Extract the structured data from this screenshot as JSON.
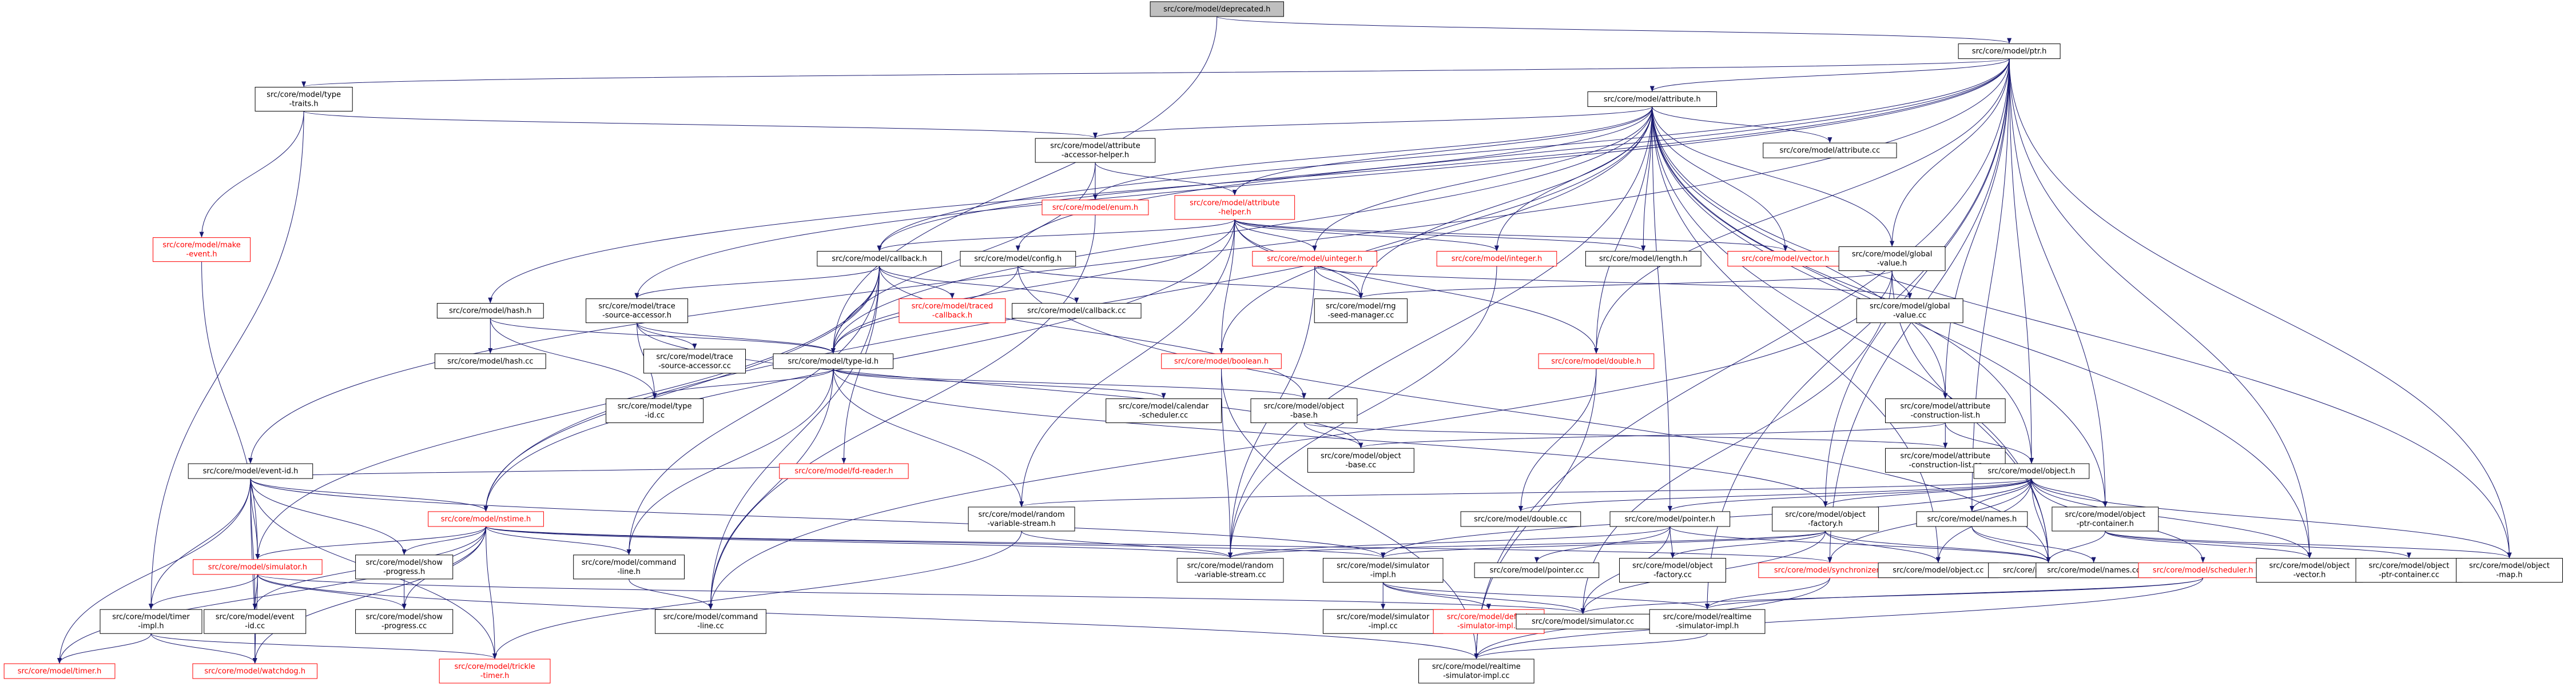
{
  "graph": {
    "root": "src/core/model/deprecated.h",
    "colors": {
      "node_border": "#000000",
      "node_fill": "#ffffff",
      "root_fill": "#bfbfbf",
      "truncated_border": "#ff0000",
      "truncated_text": "#ff0000",
      "normal_text": "#000000",
      "edge": "#191970",
      "background": "#ffffff"
    },
    "nodes": [
      {
        "id": "deprecated",
        "lines": [
          "src/core/model/deprecated.h"
        ],
        "root": true
      },
      {
        "id": "ptr",
        "lines": [
          "src/core/model/ptr.h"
        ]
      },
      {
        "id": "type_traits",
        "lines": [
          "src/core/model/type",
          "-traits.h"
        ]
      },
      {
        "id": "attribute",
        "lines": [
          "src/core/model/attribute.h"
        ]
      },
      {
        "id": "make_event",
        "lines": [
          "src/core/model/make",
          "-event.h"
        ],
        "red": true
      },
      {
        "id": "attr_acc",
        "lines": [
          "src/core/model/attribute",
          "-accessor-helper.h"
        ]
      },
      {
        "id": "attribute_cc",
        "lines": [
          "src/core/model/attribute.cc"
        ]
      },
      {
        "id": "enum",
        "lines": [
          "src/core/model/enum.h"
        ],
        "red": true
      },
      {
        "id": "attr_helper",
        "lines": [
          "src/core/model/attribute",
          "-helper.h"
        ],
        "red": true
      },
      {
        "id": "callback",
        "lines": [
          "src/core/model/callback.h"
        ]
      },
      {
        "id": "config_h",
        "lines": [
          "src/core/model/config.h"
        ]
      },
      {
        "id": "uinteger",
        "lines": [
          "src/core/model/uinteger.h"
        ],
        "red": true
      },
      {
        "id": "integer",
        "lines": [
          "src/core/model/integer.h"
        ],
        "red": true
      },
      {
        "id": "length",
        "lines": [
          "src/core/model/length.h"
        ]
      },
      {
        "id": "vector_h",
        "lines": [
          "src/core/model/vector.h"
        ],
        "red": true
      },
      {
        "id": "global_value",
        "lines": [
          "src/core/model/global",
          "-value.h"
        ]
      },
      {
        "id": "hash_h",
        "lines": [
          "src/core/model/hash.h"
        ]
      },
      {
        "id": "trace_src",
        "lines": [
          "src/core/model/trace",
          "-source-accessor.h"
        ]
      },
      {
        "id": "traced_cb",
        "lines": [
          "src/core/model/traced",
          "-callback.h"
        ],
        "red": true
      },
      {
        "id": "callback_cc",
        "lines": [
          "src/core/model/callback.cc"
        ]
      },
      {
        "id": "rng_seed",
        "lines": [
          "src/core/model/rng",
          "-seed-manager.cc"
        ]
      },
      {
        "id": "global_value_cc",
        "lines": [
          "src/core/model/global",
          "-value.cc"
        ]
      },
      {
        "id": "hash_cc",
        "lines": [
          "src/core/model/hash.cc"
        ]
      },
      {
        "id": "trace_src_cc",
        "lines": [
          "src/core/model/trace",
          "-source-accessor.cc"
        ]
      },
      {
        "id": "type_id",
        "lines": [
          "src/core/model/type-id.h"
        ]
      },
      {
        "id": "boolean",
        "lines": [
          "src/core/model/boolean.h"
        ],
        "red": true
      },
      {
        "id": "double_h",
        "lines": [
          "src/core/model/double.h"
        ],
        "red": true
      },
      {
        "id": "type_id_cc",
        "lines": [
          "src/core/model/type",
          "-id.cc"
        ]
      },
      {
        "id": "cal_sched",
        "lines": [
          "src/core/model/calendar",
          "-scheduler.cc"
        ]
      },
      {
        "id": "obj_base",
        "lines": [
          "src/core/model/object",
          "-base.h"
        ]
      },
      {
        "id": "attr_cons",
        "lines": [
          "src/core/model/attribute",
          "-construction-list.h"
        ]
      },
      {
        "id": "attr_cons_cc",
        "lines": [
          "src/core/model/attribute",
          "-construction-list.cc"
        ]
      },
      {
        "id": "obj_base_cc",
        "lines": [
          "src/core/model/object",
          "-base.cc"
        ]
      },
      {
        "id": "event_id",
        "lines": [
          "src/core/model/event-id.h"
        ]
      },
      {
        "id": "fd_reader",
        "lines": [
          "src/core/model/fd-reader.h"
        ],
        "red": true
      },
      {
        "id": "object_h",
        "lines": [
          "src/core/model/object.h"
        ]
      },
      {
        "id": "nstime",
        "lines": [
          "src/core/model/nstime.h"
        ],
        "red": true
      },
      {
        "id": "rand_stream",
        "lines": [
          "src/core/model/random",
          "-variable-stream.h"
        ]
      },
      {
        "id": "double_cc",
        "lines": [
          "src/core/model/double.cc"
        ]
      },
      {
        "id": "pointer",
        "lines": [
          "src/core/model/pointer.h"
        ]
      },
      {
        "id": "obj_factory",
        "lines": [
          "src/core/model/object",
          "-factory.h"
        ]
      },
      {
        "id": "names_h",
        "lines": [
          "src/core/model/names.h"
        ]
      },
      {
        "id": "obj_ptr_cont",
        "lines": [
          "src/core/model/object",
          "-ptr-container.h"
        ]
      },
      {
        "id": "simulator_h",
        "lines": [
          "src/core/model/simulator.h"
        ],
        "red": true
      },
      {
        "id": "show_prog",
        "lines": [
          "src/core/model/show",
          "-progress.h"
        ]
      },
      {
        "id": "cmd_line",
        "lines": [
          "src/core/model/command",
          "-line.h"
        ]
      },
      {
        "id": "rand_stream_cc",
        "lines": [
          "src/core/model/random",
          "-variable-stream.cc"
        ]
      },
      {
        "id": "sim_impl",
        "lines": [
          "src/core/model/simulator",
          "-impl.h"
        ]
      },
      {
        "id": "pointer_cc",
        "lines": [
          "src/core/model/pointer.cc"
        ]
      },
      {
        "id": "obj_factory_cc",
        "lines": [
          "src/core/model/object",
          "-factory.cc"
        ]
      },
      {
        "id": "sync_h",
        "lines": [
          "src/core/model/synchronizer.h"
        ],
        "red": true
      },
      {
        "id": "object_cc",
        "lines": [
          "src/core/model/object.cc"
        ]
      },
      {
        "id": "config_cc",
        "lines": [
          "src/core/model/config.cc"
        ]
      },
      {
        "id": "names_cc",
        "lines": [
          "src/core/model/names.cc"
        ]
      },
      {
        "id": "scheduler",
        "lines": [
          "src/core/model/scheduler.h"
        ],
        "red": true
      },
      {
        "id": "obj_vector",
        "lines": [
          "src/core/model/object",
          "-vector.h"
        ]
      },
      {
        "id": "obj_ptr_cont_cc",
        "lines": [
          "src/core/model/object",
          "-ptr-container.cc"
        ]
      },
      {
        "id": "obj_map",
        "lines": [
          "src/core/model/object",
          "-map.h"
        ]
      },
      {
        "id": "timer_impl",
        "lines": [
          "src/core/model/timer",
          "-impl.h"
        ]
      },
      {
        "id": "event_id_cc",
        "lines": [
          "src/core/model/event",
          "-id.cc"
        ]
      },
      {
        "id": "show_prog_cc",
        "lines": [
          "src/core/model/show",
          "-progress.cc"
        ]
      },
      {
        "id": "cmd_line_cc",
        "lines": [
          "src/core/model/command",
          "-line.cc"
        ]
      },
      {
        "id": "sim_impl_cc",
        "lines": [
          "src/core/model/simulator",
          "-impl.cc"
        ]
      },
      {
        "id": "default_sim",
        "lines": [
          "src/core/model/default",
          "-simulator-impl.h"
        ],
        "red": true
      },
      {
        "id": "simulator_cc",
        "lines": [
          "src/core/model/simulator.cc"
        ]
      },
      {
        "id": "rt_sim_impl",
        "lines": [
          "src/core/model/realtime",
          "-simulator-impl.h"
        ]
      },
      {
        "id": "timer_h",
        "lines": [
          "src/core/model/timer.h"
        ],
        "red": true
      },
      {
        "id": "watchdog",
        "lines": [
          "src/core/model/watchdog.h"
        ],
        "red": true
      },
      {
        "id": "trickle",
        "lines": [
          "src/core/model/trickle",
          "-timer.h"
        ],
        "red": true
      },
      {
        "id": "rt_sim_cc",
        "lines": [
          "src/core/model/realtime",
          "-simulator-impl.cc"
        ]
      }
    ],
    "edges": [
      [
        "deprecated",
        "ptr"
      ],
      [
        "deprecated",
        "type_id"
      ],
      [
        "ptr",
        "type_traits"
      ],
      [
        "ptr",
        "attribute"
      ],
      [
        "ptr",
        "callback"
      ],
      [
        "ptr",
        "hash_h"
      ],
      [
        "ptr",
        "trace_src"
      ],
      [
        "ptr",
        "config_h"
      ],
      [
        "ptr",
        "global_value"
      ],
      [
        "ptr",
        "object_h"
      ],
      [
        "ptr",
        "names_h"
      ],
      [
        "ptr",
        "obj_ptr_cont"
      ],
      [
        "ptr",
        "obj_vector"
      ],
      [
        "ptr",
        "obj_map"
      ],
      [
        "ptr",
        "event_id"
      ],
      [
        "ptr",
        "sync_h"
      ],
      [
        "ptr",
        "rt_sim_impl"
      ],
      [
        "ptr",
        "rt_sim_cc"
      ],
      [
        "ptr",
        "double_h"
      ],
      [
        "ptr",
        "obj_factory"
      ],
      [
        "ptr",
        "attr_cons"
      ],
      [
        "type_traits",
        "attr_acc"
      ],
      [
        "type_traits",
        "make_event"
      ],
      [
        "type_traits",
        "timer_impl"
      ],
      [
        "make_event",
        "simulator_h"
      ],
      [
        "attribute",
        "attr_acc"
      ],
      [
        "attribute",
        "attribute_cc"
      ],
      [
        "attribute",
        "attr_helper"
      ],
      [
        "attribute",
        "enum"
      ],
      [
        "attribute",
        "callback"
      ],
      [
        "attribute",
        "uinteger"
      ],
      [
        "attribute",
        "integer"
      ],
      [
        "attribute",
        "length"
      ],
      [
        "attribute",
        "vector_h"
      ],
      [
        "attribute",
        "global_value"
      ],
      [
        "attribute",
        "type_id"
      ],
      [
        "attribute",
        "rng_seed"
      ],
      [
        "attribute",
        "boolean"
      ],
      [
        "attribute",
        "double_h"
      ],
      [
        "attribute",
        "attr_cons"
      ],
      [
        "attribute",
        "object_h"
      ],
      [
        "attribute",
        "pointer"
      ],
      [
        "attribute",
        "obj_ptr_cont"
      ],
      [
        "attribute",
        "obj_map"
      ],
      [
        "attribute",
        "obj_vector"
      ],
      [
        "attribute",
        "nstime"
      ],
      [
        "attribute",
        "config_cc"
      ],
      [
        "attribute",
        "object_cc"
      ],
      [
        "attribute",
        "rand_stream_cc"
      ],
      [
        "attr_acc",
        "enum"
      ],
      [
        "attr_acc",
        "attr_helper"
      ],
      [
        "attr_acc",
        "type_id"
      ],
      [
        "enum",
        "cmd_line_cc"
      ],
      [
        "attr_helper",
        "callback"
      ],
      [
        "attr_helper",
        "uinteger"
      ],
      [
        "attr_helper",
        "integer"
      ],
      [
        "attr_helper",
        "length"
      ],
      [
        "attr_helper",
        "vector_h"
      ],
      [
        "attr_helper",
        "boolean"
      ],
      [
        "attr_helper",
        "double_h"
      ],
      [
        "attr_helper",
        "type_id"
      ],
      [
        "attr_helper",
        "rng_seed"
      ],
      [
        "attr_helper",
        "nstime"
      ],
      [
        "attr_helper",
        "rand_stream"
      ],
      [
        "callback",
        "type_id"
      ],
      [
        "callback",
        "trace_src"
      ],
      [
        "callback",
        "traced_cb"
      ],
      [
        "callback",
        "callback_cc"
      ],
      [
        "callback",
        "obj_base"
      ],
      [
        "callback",
        "fd_reader"
      ],
      [
        "callback",
        "cmd_line"
      ],
      [
        "callback",
        "nstime"
      ],
      [
        "callback",
        "simulator_h"
      ],
      [
        "callback",
        "cmd_line_cc"
      ],
      [
        "config_h",
        "rng_seed"
      ],
      [
        "config_h",
        "config_cc"
      ],
      [
        "config_h",
        "type_id"
      ],
      [
        "uinteger",
        "rng_seed"
      ],
      [
        "uinteger",
        "global_value_cc"
      ],
      [
        "uinteger",
        "rand_stream_cc"
      ],
      [
        "integer",
        "rand_stream_cc"
      ],
      [
        "global_value",
        "global_value_cc"
      ],
      [
        "global_value",
        "rng_seed"
      ],
      [
        "global_value",
        "config_cc"
      ],
      [
        "global_value",
        "simulator_cc"
      ],
      [
        "global_value",
        "cmd_line_cc"
      ],
      [
        "hash_h",
        "hash_cc"
      ],
      [
        "hash_h",
        "type_id"
      ],
      [
        "hash_h",
        "type_id_cc"
      ],
      [
        "trace_src",
        "trace_src_cc"
      ],
      [
        "trace_src",
        "type_id"
      ],
      [
        "trace_src",
        "type_id_cc"
      ],
      [
        "trace_src",
        "obj_base_cc"
      ],
      [
        "type_id",
        "type_id_cc"
      ],
      [
        "type_id",
        "cal_sched"
      ],
      [
        "type_id",
        "obj_base"
      ],
      [
        "type_id",
        "rand_stream"
      ],
      [
        "type_id",
        "cmd_line"
      ],
      [
        "type_id",
        "cmd_line_cc"
      ],
      [
        "type_id",
        "obj_factory"
      ],
      [
        "boolean",
        "rand_stream_cc"
      ],
      [
        "boolean",
        "rt_sim_cc"
      ],
      [
        "double_h",
        "double_cc"
      ],
      [
        "double_h",
        "rt_sim_cc"
      ],
      [
        "obj_base",
        "obj_base_cc"
      ],
      [
        "obj_base",
        "attr_cons_cc"
      ],
      [
        "attr_cons",
        "attr_cons_cc"
      ],
      [
        "attr_cons",
        "object_h"
      ],
      [
        "attr_cons",
        "obj_base_cc"
      ],
      [
        "event_id",
        "nstime"
      ],
      [
        "event_id",
        "simulator_h"
      ],
      [
        "event_id",
        "event_id_cc"
      ],
      [
        "event_id",
        "fd_reader"
      ],
      [
        "event_id",
        "timer_impl"
      ],
      [
        "event_id",
        "show_prog"
      ],
      [
        "event_id",
        "sim_impl"
      ],
      [
        "event_id",
        "timer_h"
      ],
      [
        "event_id",
        "watchdog"
      ],
      [
        "event_id",
        "trickle"
      ],
      [
        "object_h",
        "rand_stream"
      ],
      [
        "object_h",
        "double_cc"
      ],
      [
        "object_h",
        "pointer"
      ],
      [
        "object_h",
        "obj_factory"
      ],
      [
        "object_h",
        "names_h"
      ],
      [
        "object_h",
        "obj_ptr_cont"
      ],
      [
        "object_h",
        "object_cc"
      ],
      [
        "object_h",
        "config_cc"
      ],
      [
        "object_h",
        "scheduler"
      ],
      [
        "object_h",
        "sync_h"
      ],
      [
        "object_h",
        "obj_vector"
      ],
      [
        "object_h",
        "obj_map"
      ],
      [
        "object_h",
        "sim_impl"
      ],
      [
        "nstime",
        "simulator_h"
      ],
      [
        "nstime",
        "show_prog"
      ],
      [
        "nstime",
        "cmd_line"
      ],
      [
        "nstime",
        "sim_impl"
      ],
      [
        "nstime",
        "rand_stream_cc"
      ],
      [
        "nstime",
        "timer_h"
      ],
      [
        "nstime",
        "watchdog"
      ],
      [
        "nstime",
        "trickle"
      ],
      [
        "nstime",
        "show_prog_cc"
      ],
      [
        "nstime",
        "event_id_cc"
      ],
      [
        "nstime",
        "sync_h"
      ],
      [
        "rand_stream",
        "rand_stream_cc"
      ],
      [
        "rand_stream",
        "trickle"
      ],
      [
        "pointer",
        "pointer_cc"
      ],
      [
        "pointer",
        "rand_stream_cc"
      ],
      [
        "pointer",
        "obj_factory_cc"
      ],
      [
        "pointer",
        "simulator_cc"
      ],
      [
        "pointer",
        "config_cc"
      ],
      [
        "obj_factory",
        "obj_factory_cc"
      ],
      [
        "obj_factory",
        "config_cc"
      ],
      [
        "obj_factory",
        "simulator_cc"
      ],
      [
        "obj_factory",
        "rand_stream_cc"
      ],
      [
        "obj_factory",
        "sim_impl"
      ],
      [
        "obj_factory",
        "object_cc"
      ],
      [
        "names_h",
        "names_cc"
      ],
      [
        "names_h",
        "config_cc"
      ],
      [
        "obj_ptr_cont",
        "obj_ptr_cont_cc"
      ],
      [
        "obj_ptr_cont",
        "obj_vector"
      ],
      [
        "obj_ptr_cont",
        "obj_map"
      ],
      [
        "obj_ptr_cont",
        "config_cc"
      ],
      [
        "simulator_h",
        "timer_impl"
      ],
      [
        "simulator_h",
        "event_id_cc"
      ],
      [
        "simulator_h",
        "show_prog_cc"
      ],
      [
        "simulator_h",
        "simulator_cc"
      ],
      [
        "simulator_h",
        "rt_sim_cc"
      ],
      [
        "simulator_h",
        "watchdog"
      ],
      [
        "show_prog",
        "show_prog_cc"
      ],
      [
        "cmd_line",
        "cmd_line_cc"
      ],
      [
        "sim_impl",
        "sim_impl_cc"
      ],
      [
        "sim_impl",
        "default_sim"
      ],
      [
        "sim_impl",
        "simulator_cc"
      ],
      [
        "sim_impl",
        "rt_sim_impl"
      ],
      [
        "sync_h",
        "rt_sim_impl"
      ],
      [
        "sync_h",
        "rt_sim_cc"
      ],
      [
        "scheduler",
        "rt_sim_impl"
      ],
      [
        "scheduler",
        "simulator_cc"
      ],
      [
        "scheduler",
        "rt_sim_cc"
      ],
      [
        "rt_sim_impl",
        "rt_sim_cc"
      ],
      [
        "timer_impl",
        "timer_h"
      ],
      [
        "timer_impl",
        "watchdog"
      ],
      [
        "timer_impl",
        "trickle"
      ]
    ]
  }
}
